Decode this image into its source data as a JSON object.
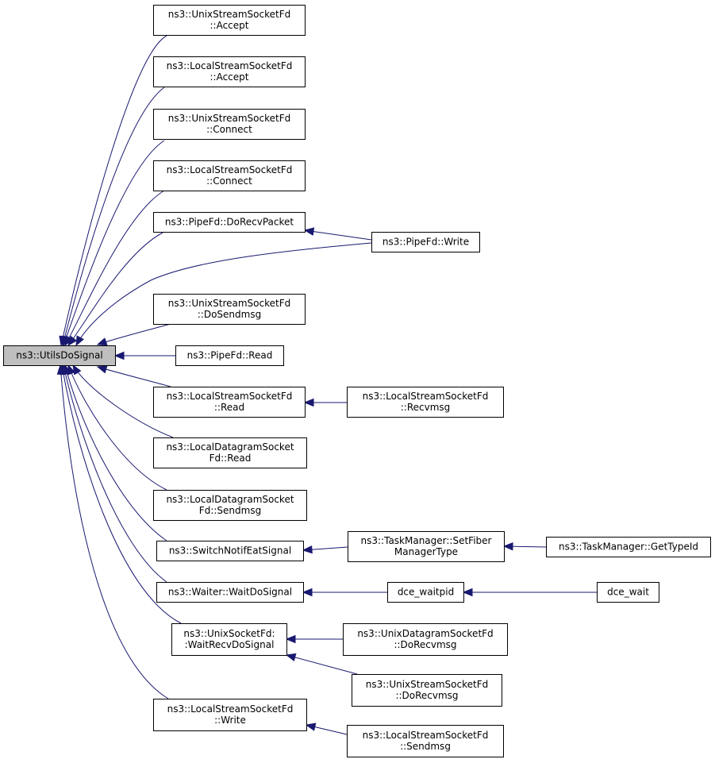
{
  "nodes": [
    {
      "id": "root",
      "lines": [
        "ns3::UtilsDoSignal"
      ]
    },
    {
      "id": "unix_accept",
      "lines": [
        "ns3::UnixStreamSocketFd",
        "::Accept"
      ]
    },
    {
      "id": "local_accept",
      "lines": [
        "ns3::LocalStreamSocketFd",
        "::Accept"
      ]
    },
    {
      "id": "unix_connect",
      "lines": [
        "ns3::UnixStreamSocketFd",
        "::Connect"
      ]
    },
    {
      "id": "local_connect",
      "lines": [
        "ns3::LocalStreamSocketFd",
        "::Connect"
      ]
    },
    {
      "id": "pipe_dorecv",
      "lines": [
        "ns3::PipeFd::DoRecvPacket"
      ]
    },
    {
      "id": "pipe_write",
      "lines": [
        "ns3::PipeFd::Write"
      ]
    },
    {
      "id": "unix_dosendmsg",
      "lines": [
        "ns3::UnixStreamSocketFd",
        "::DoSendmsg"
      ]
    },
    {
      "id": "pipe_read",
      "lines": [
        "ns3::PipeFd::Read"
      ]
    },
    {
      "id": "local_read",
      "lines": [
        "ns3::LocalStreamSocketFd",
        "::Read"
      ]
    },
    {
      "id": "local_recvmsg",
      "lines": [
        "ns3::LocalStreamSocketFd",
        "::Recvmsg"
      ]
    },
    {
      "id": "dgram_read",
      "lines": [
        "ns3::LocalDatagramSocket",
        "Fd::Read"
      ]
    },
    {
      "id": "dgram_sendmsg",
      "lines": [
        "ns3::LocalDatagramSocket",
        "Fd::Sendmsg"
      ]
    },
    {
      "id": "switch_notif",
      "lines": [
        "ns3::SwitchNotifEatSignal"
      ]
    },
    {
      "id": "tm_setfiber",
      "lines": [
        "ns3::TaskManager::SetFiber",
        "ManagerType"
      ]
    },
    {
      "id": "tm_gettypeid",
      "lines": [
        "ns3::TaskManager::GetTypeId"
      ]
    },
    {
      "id": "waiter",
      "lines": [
        "ns3::Waiter::WaitDoSignal"
      ]
    },
    {
      "id": "dce_waitpid",
      "lines": [
        "dce_waitpid"
      ]
    },
    {
      "id": "dce_wait",
      "lines": [
        "dce_wait"
      ]
    },
    {
      "id": "unixsock_waitrecv",
      "lines": [
        "ns3::UnixSocketFd:",
        ":WaitRecvDoSignal"
      ]
    },
    {
      "id": "unixdgram_dorecv",
      "lines": [
        "ns3::UnixDatagramSocketFd",
        "::DoRecvmsg"
      ]
    },
    {
      "id": "unixstream_dorecv",
      "lines": [
        "ns3::UnixStreamSocketFd",
        "::DoRecvmsg"
      ]
    },
    {
      "id": "local_write",
      "lines": [
        "ns3::LocalStreamSocketFd",
        "::Write"
      ]
    },
    {
      "id": "local_sendmsg",
      "lines": [
        "ns3::LocalStreamSocketFd",
        "::Sendmsg"
      ]
    }
  ],
  "edges": [
    {
      "from": "unix_accept",
      "to": "root"
    },
    {
      "from": "local_accept",
      "to": "root"
    },
    {
      "from": "unix_connect",
      "to": "root"
    },
    {
      "from": "local_connect",
      "to": "root"
    },
    {
      "from": "pipe_dorecv",
      "to": "root"
    },
    {
      "from": "pipe_write",
      "to": "root"
    },
    {
      "from": "pipe_write",
      "to": "pipe_dorecv"
    },
    {
      "from": "unix_dosendmsg",
      "to": "root"
    },
    {
      "from": "pipe_read",
      "to": "root"
    },
    {
      "from": "local_read",
      "to": "root"
    },
    {
      "from": "local_recvmsg",
      "to": "local_read"
    },
    {
      "from": "dgram_read",
      "to": "root"
    },
    {
      "from": "dgram_sendmsg",
      "to": "root"
    },
    {
      "from": "switch_notif",
      "to": "root"
    },
    {
      "from": "tm_setfiber",
      "to": "switch_notif"
    },
    {
      "from": "tm_gettypeid",
      "to": "tm_setfiber"
    },
    {
      "from": "waiter",
      "to": "root"
    },
    {
      "from": "dce_waitpid",
      "to": "waiter"
    },
    {
      "from": "dce_wait",
      "to": "dce_waitpid"
    },
    {
      "from": "unixsock_waitrecv",
      "to": "root"
    },
    {
      "from": "unixdgram_dorecv",
      "to": "unixsock_waitrecv"
    },
    {
      "from": "unixstream_dorecv",
      "to": "unixsock_waitrecv"
    },
    {
      "from": "local_write",
      "to": "root"
    },
    {
      "from": "local_sendmsg",
      "to": "local_write"
    }
  ],
  "colors": {
    "edge": "#191970",
    "root_fill": "#bfbfbf",
    "node_fill": "#ffffff",
    "node_stroke": "#000000"
  }
}
